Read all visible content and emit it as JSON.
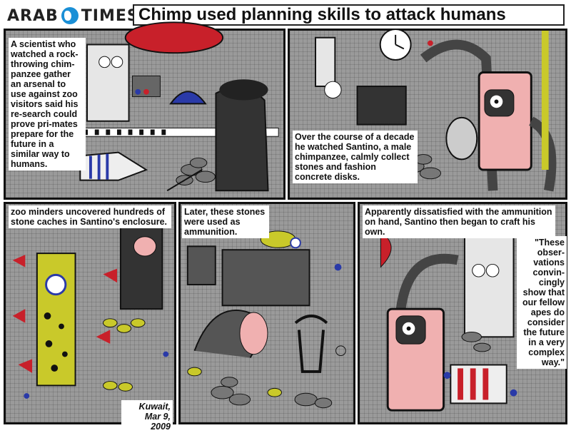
{
  "header": {
    "logo_left": "ARAB",
    "logo_right": "TIMES",
    "title": "Chimp used planning skills to attack humans"
  },
  "panels": {
    "p1": {
      "caption": "A scientist who watched a rock-throwing chim-panzee gather an arsenal to use against zoo visitors said his re-search could prove pri-mates prepare for the future in a similar way to humans."
    },
    "p2": {
      "caption": "Over the course of a decade he watched Santino, a male chimpanzee, calmly collect stones and fashion concrete disks."
    },
    "p3": {
      "caption": "zoo minders uncovered hundreds of stone caches in Santino's enclosure.",
      "signature": "Kuwait, Mar 9, 2009"
    },
    "p4": {
      "caption": "Later, these stones were used as ammunition."
    },
    "p5": {
      "caption": "Apparently dissatisfied with the ammunition on hand, Santino then began to craft his own.",
      "quote": "\"These obser-vations convin-cingly show that our fellow apes do consider the future in a very complex way.\""
    }
  },
  "colors": {
    "accent_red": "#c8202a",
    "accent_yellow": "#c9c92a",
    "skin_pink": "#f0b0b0",
    "blue": "#2a3aa8"
  }
}
